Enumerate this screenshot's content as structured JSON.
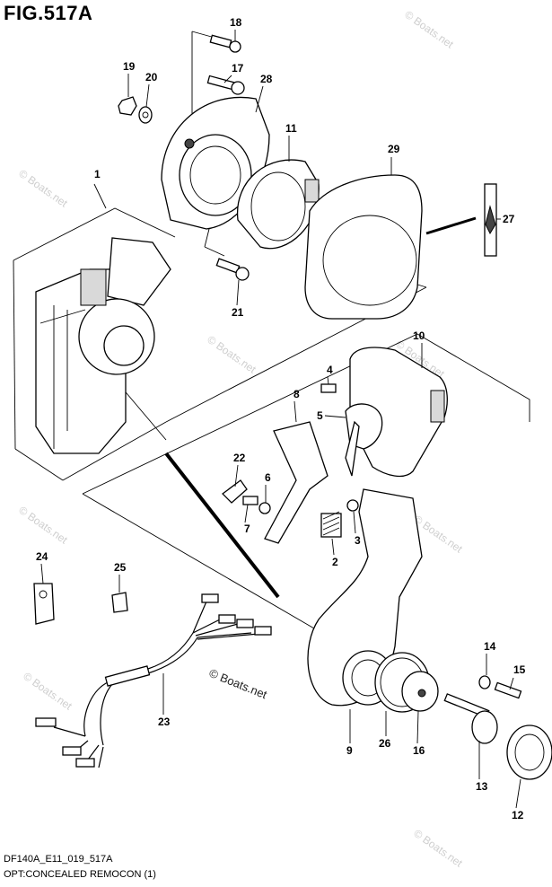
{
  "figure": {
    "title": "FIG.517A",
    "footer_code": "DF140A_E11_019_517A",
    "footer_description": "OPT:CONCEALED REMOCON (1)",
    "watermark_text": "© Boats.net"
  },
  "callouts": [
    {
      "label": "1",
      "part": "remote-control-assembly"
    },
    {
      "label": "2",
      "part": "spring"
    },
    {
      "label": "3",
      "part": "nut"
    },
    {
      "label": "4",
      "part": "screw"
    },
    {
      "label": "5",
      "part": "cam"
    },
    {
      "label": "6",
      "part": "washer"
    },
    {
      "label": "7",
      "part": "screw"
    },
    {
      "label": "8",
      "part": "lever"
    },
    {
      "label": "9",
      "part": "remote-control-housing"
    },
    {
      "label": "10",
      "part": "housing-cover"
    },
    {
      "label": "11",
      "part": "bracket"
    },
    {
      "label": "12",
      "part": "knob-cap"
    },
    {
      "label": "13",
      "part": "shaft"
    },
    {
      "label": "14",
      "part": "washer"
    },
    {
      "label": "15",
      "part": "screw"
    },
    {
      "label": "16",
      "part": "plate"
    },
    {
      "label": "17",
      "part": "screw"
    },
    {
      "label": "18",
      "part": "screw"
    },
    {
      "label": "19",
      "part": "nut"
    },
    {
      "label": "20",
      "part": "washer"
    },
    {
      "label": "21",
      "part": "screw"
    },
    {
      "label": "22",
      "part": "switch"
    },
    {
      "label": "23",
      "part": "wire-harness"
    },
    {
      "label": "24",
      "part": "clip"
    },
    {
      "label": "25",
      "part": "clamp"
    },
    {
      "label": "26",
      "part": "gasket"
    },
    {
      "label": "27",
      "part": "spacer"
    },
    {
      "label": "28",
      "part": "mounting-plate"
    },
    {
      "label": "29",
      "part": "trim-panel"
    }
  ],
  "colors": {
    "line": "#000000",
    "background": "#ffffff",
    "watermark": "#cfcfcf"
  }
}
